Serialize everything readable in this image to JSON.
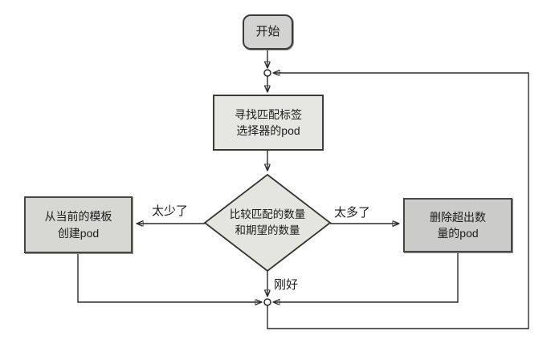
{
  "diagram": {
    "description": "replication-controller-reconciliation-flowchart",
    "nodes": {
      "start": {
        "label": "开始",
        "shape": "rounded-terminator",
        "fill": "#d3d3d1"
      },
      "find_pods": {
        "label": "寻找匹配标签\n选择器的pod",
        "shape": "process",
        "fill": "#e6e6e3"
      },
      "compare": {
        "label": "比较匹配的数量\n和期望的数量",
        "shape": "decision",
        "fill": "#e3e5de"
      },
      "create_pods": {
        "label": "从当前的模板\n创建pod",
        "shape": "process",
        "fill": "#d7d7d4"
      },
      "delete_pods": {
        "label": "删除超出数\n量的pod",
        "shape": "process",
        "fill": "#cbcbc9"
      }
    },
    "edge_labels": {
      "too_few": "太少了",
      "too_many": "太多了",
      "just_right": "刚好"
    },
    "colors": {
      "background": "#ffffff",
      "connector": "#2a2a2a",
      "node_border": "#3a3a3a",
      "text": "#1c1c1c"
    }
  }
}
